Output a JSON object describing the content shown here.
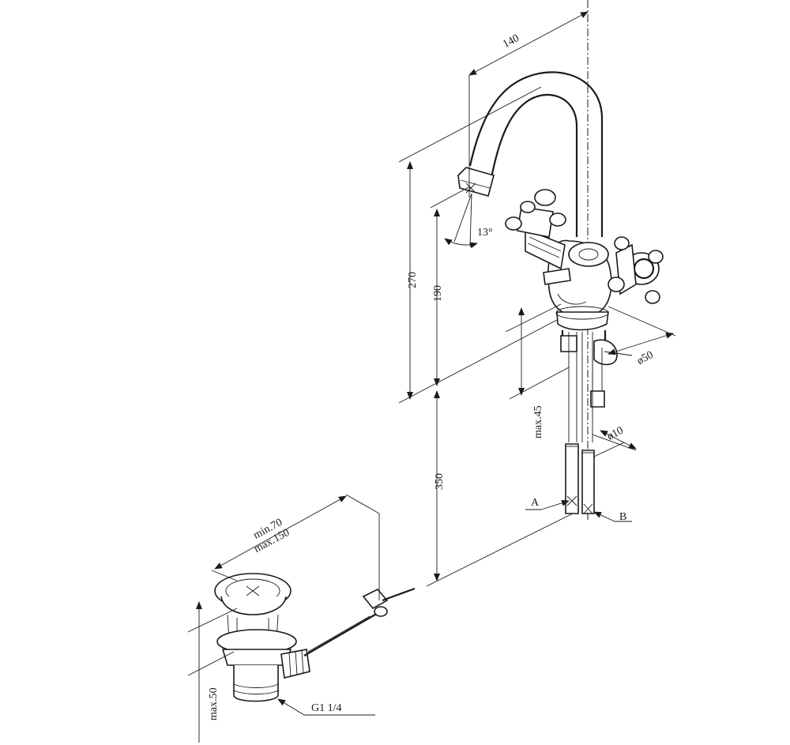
{
  "dimensions": {
    "spout_reach": "140",
    "height_total": "270",
    "height_outlet": "190",
    "spout_angle": "13°",
    "base_diameter": "ø50",
    "deck_thickness": "max.45",
    "hose_diameter": "ø10",
    "hose_length": "350",
    "hose_a": "A",
    "hose_b": "B",
    "rod_min": "min.70",
    "rod_max": "max.150",
    "waste_height": "max.50",
    "waste_thread": "G1 1/4"
  }
}
